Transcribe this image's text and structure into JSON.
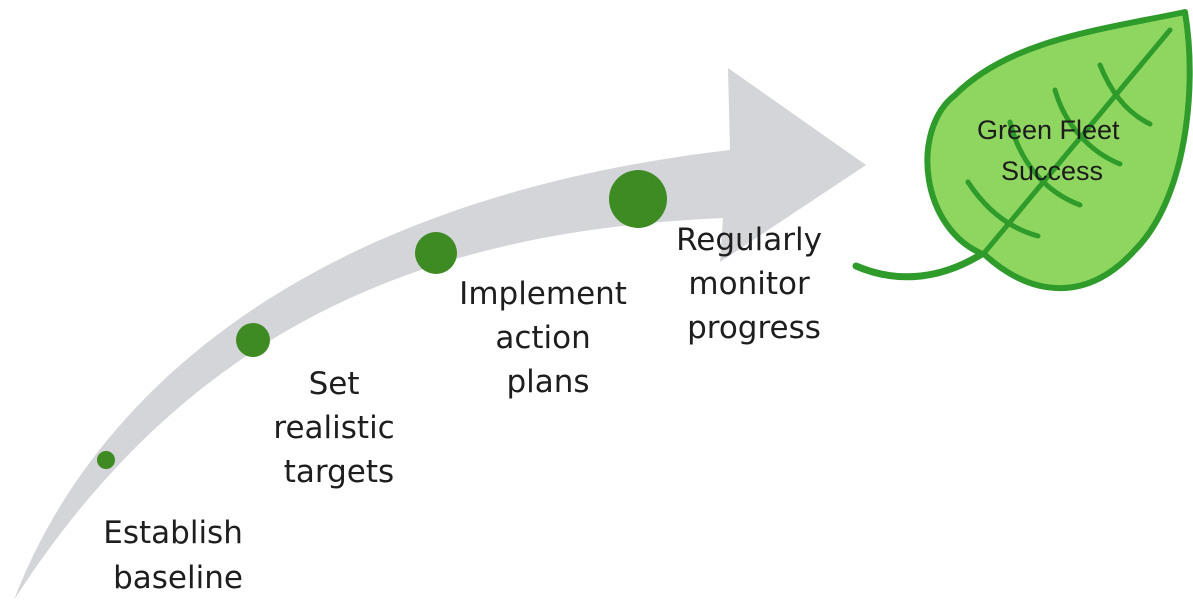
{
  "steps": [
    {
      "lines": [
        "Establish",
        "baseline"
      ]
    },
    {
      "lines": [
        "Set",
        "realistic",
        "targets"
      ]
    },
    {
      "lines": [
        "Implement",
        "action",
        "plans"
      ]
    },
    {
      "lines": [
        "Regularly",
        "monitor",
        "progress"
      ]
    }
  ],
  "goal": {
    "lines": [
      "Green Fleet",
      "Success"
    ]
  },
  "colors": {
    "arrow": "#d4d5d8",
    "dot": "#3e8a23",
    "leaf_fill": "#8ed65f",
    "leaf_stroke": "#2e9b2a",
    "text": "#1e1e1e"
  }
}
